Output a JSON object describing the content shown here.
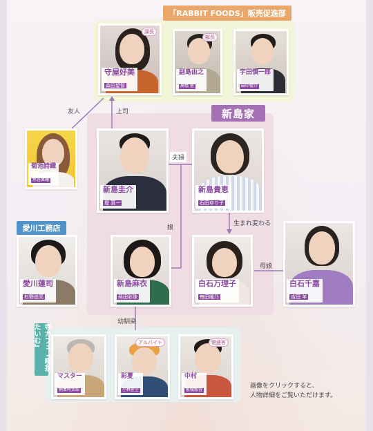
{
  "groups": {
    "rabbit": "「RABBIT FOODS」販売促進部",
    "nijima": "新島家",
    "aikawa": "愛川工務店",
    "tera": "寺カフェ『喫茶たいむ』"
  },
  "characters": {
    "moriya": {
      "name": "守屋好美",
      "actor": "森田望智",
      "role": "課長"
    },
    "fukushima": {
      "name": "副島由之",
      "actor": "高橋 塁",
      "role": "部長"
    },
    "udagawa": {
      "name": "宇田慎一郎",
      "actor": "田中俊介"
    },
    "kikuchi": {
      "name": "菊池詩織",
      "actor": "水谷果穂"
    },
    "keisuke": {
      "name": "新島圭介",
      "actor": "堤 真一"
    },
    "takae": {
      "name": "新島貴恵",
      "actor": "石田ゆり子"
    },
    "aikawa_ren": {
      "name": "愛川蓮司",
      "actor": "杉野遥亮"
    },
    "mai": {
      "name": "新島麻衣",
      "actor": "蒔田彩珠"
    },
    "mariko": {
      "name": "白石万理子",
      "actor": "毎田暖乃"
    },
    "chika": {
      "name": "白石千嘉",
      "actor": "吉田 羊"
    },
    "master": {
      "name": "マスター",
      "actor": "柄本時太郎"
    },
    "ayaka": {
      "name": "彩夏",
      "actor": "小林星空",
      "role": "アルバイト"
    },
    "nakamura": {
      "name": "中村",
      "actor": "板橋駿谷",
      "role": "常連客"
    }
  },
  "relations": {
    "yujin": "友人",
    "joshi": "上司",
    "fufu": "夫婦",
    "umarekawaru": "生まれ変わる",
    "musume": "娘",
    "boshi": "母娘",
    "osananajimi": "幼馴染"
  },
  "note": {
    "line1": "画像をクリックすると、",
    "line2": "人物詳細をご覧いただけます。"
  }
}
